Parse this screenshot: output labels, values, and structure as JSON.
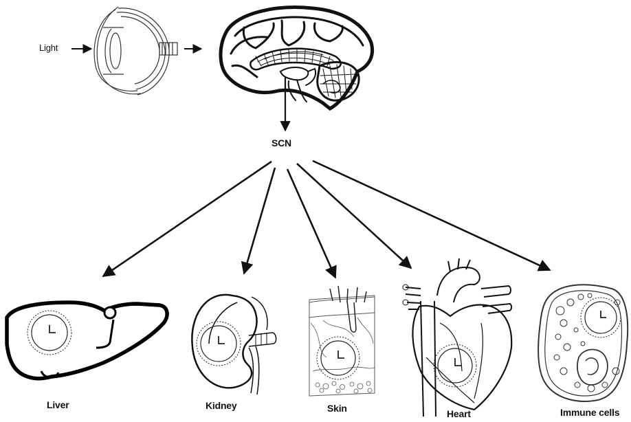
{
  "input": {
    "label": "Light"
  },
  "master_clock": {
    "label": "SCN"
  },
  "organs": [
    {
      "id": "liver",
      "label": "Liver"
    },
    {
      "id": "kidney",
      "label": "Kidney"
    },
    {
      "id": "skin",
      "label": "Skin"
    },
    {
      "id": "heart",
      "label": "Heart"
    },
    {
      "id": "immune",
      "label": "Immune cells"
    }
  ],
  "colors": {
    "ink": "#111111",
    "background": "#ffffff",
    "fill_light": "#f2f2f2"
  },
  "icons": [
    "eye-icon",
    "brain-icon",
    "liver-icon",
    "kidney-icon",
    "skin-icon",
    "heart-icon",
    "immune-cell-icon",
    "clock-icon"
  ]
}
